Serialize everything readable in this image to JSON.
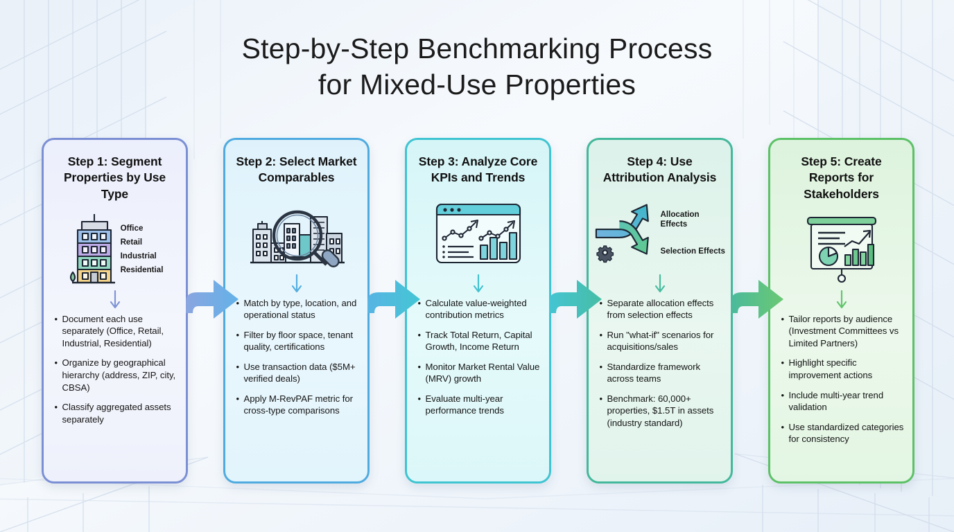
{
  "title": {
    "line1": "Step-by-Step Benchmarking Process",
    "line2": "for Mixed-Use Properties"
  },
  "theme": {
    "background_start": "#eef3f9",
    "background_end": "#e9f1f8",
    "text_color": "#111111"
  },
  "cards": [
    {
      "id": "step-1",
      "title": "Step 1: Segment Properties by Use Type",
      "accent": "#7b8fd4",
      "bg_top": "#eceffc",
      "bg_bottom": "#f3f6fd",
      "icon": "segmented-building-icon",
      "icon_legend": [
        "Office",
        "Retail",
        "Industrial",
        "Residential"
      ],
      "icon_legend_colors": [
        "#8fb7e8",
        "#b9a7e3",
        "#8ed6bd",
        "#f3cf7e"
      ],
      "bullets": [
        "Document each use separately (Office, Retail, Industrial, Residential)",
        "Organize by geographical hierarchy (address, ZIP, city, CBSA)",
        "Classify aggregated assets separately"
      ]
    },
    {
      "id": "step-2",
      "title": "Step 2: Select Market Comparables",
      "accent": "#4fabdf",
      "bg_top": "#dff2fb",
      "bg_bottom": "#eaf7fd",
      "icon": "magnifier-over-buildings-icon",
      "icon_legend": [],
      "bullets": [
        "Match by type, location, and operational status",
        "Filter by floor space, tenant quality, certifications",
        "Use transaction data ($5M+ verified deals)",
        "Apply M-RevPAF metric for cross-type comparisons"
      ]
    },
    {
      "id": "step-3",
      "title": "Step 3: Analyze Core KPIs and Trends",
      "accent": "#3fc4d2",
      "bg_top": "#d6f5f7",
      "bg_bottom": "#e6fafb",
      "icon": "analytics-dashboard-icon",
      "icon_legend": [],
      "bullets": [
        "Calculate value-weighted contribution metrics",
        "Track Total Return, Capital Growth, Income Return",
        "Monitor Market Rental Value (MRV) growth",
        "Evaluate multi-year performance trends"
      ]
    },
    {
      "id": "step-4",
      "title": "Step 4: Use Attribution Analysis",
      "accent": "#43b89b",
      "bg_top": "#dcf2ea",
      "bg_bottom": "#e9f7f0",
      "icon": "split-arrow-attribution-icon",
      "icon_legend": [
        "Allocation Effects",
        "Selection Effects"
      ],
      "bullets": [
        "Separate allocation effects from selection effects",
        "Run \"what-if\" scenarios for acquisitions/sales",
        "Standardize framework across teams",
        "Benchmark: 60,000+ properties, $1.5T in assets (industry standard)"
      ]
    },
    {
      "id": "step-5",
      "title": "Step 5: Create Reports for Stakeholders",
      "accent": "#5cc167",
      "bg_top": "#ddf3dd",
      "bg_bottom": "#ecf8ec",
      "icon": "presentation-report-icon",
      "icon_legend": [],
      "bullets": [
        "Tailor reports by audience (Investment Committees vs Limited Partners)",
        "Highlight specific improvement actions",
        "Include multi-year trend validation",
        "Use standardized categories for consistency"
      ]
    }
  ],
  "connectors": [
    {
      "id": "arrow-1-2",
      "from": "step-1",
      "to": "step-2",
      "color_start": "#7f9edd",
      "color_end": "#63b2e8"
    },
    {
      "id": "arrow-2-3",
      "from": "step-2",
      "to": "step-3",
      "color_start": "#58b4e3",
      "color_end": "#43c6d4"
    },
    {
      "id": "arrow-3-4",
      "from": "step-3",
      "to": "step-4",
      "color_start": "#44c5d2",
      "color_end": "#47bda6"
    },
    {
      "id": "arrow-4-5",
      "from": "step-4",
      "to": "step-5",
      "color_start": "#4bba9c",
      "color_end": "#64c471"
    }
  ],
  "bullet_marker": "•"
}
